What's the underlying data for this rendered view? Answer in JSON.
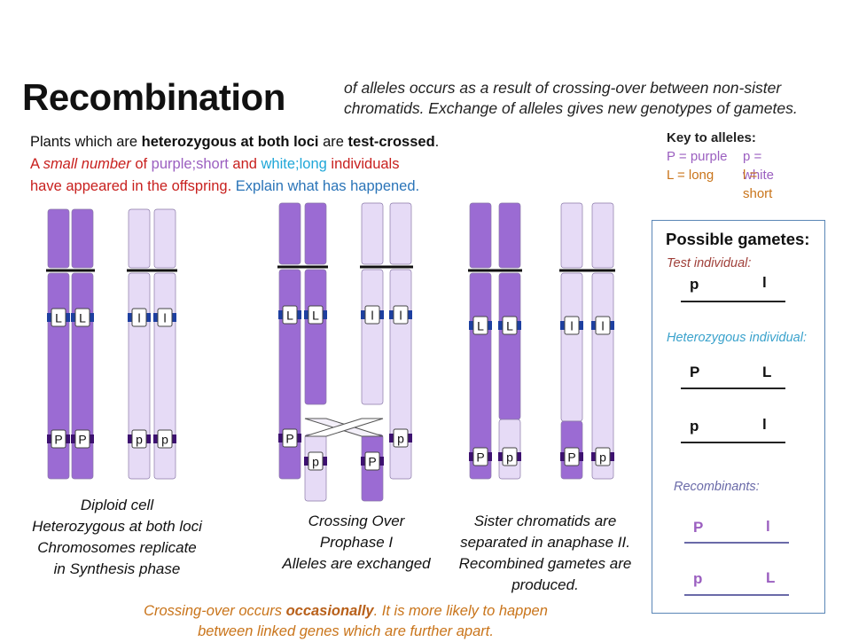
{
  "title": "Recombination",
  "subtitle": "of alleles occurs as a result of crossing-over between non-sister chromatids. Exchange of alleles gives new genotypes of gametes.",
  "intro": {
    "l1a": "Plants which are ",
    "l1b": "heterozygous at both loci",
    "l1c": " are ",
    "l1d": "test-crossed",
    "l1e": ".",
    "l2a": "A ",
    "l2b": "small number",
    "l2c": " of ",
    "l2d": "purple;short",
    "l2e": " and ",
    "l2f": "white;long",
    "l2g": " individuals",
    "l3a": "have appeared in the offspring.",
    "l3b": " Explain what has happened."
  },
  "key": {
    "title": "Key to alleles:",
    "p_upper": "P = purple",
    "p_lower": "p = white",
    "l_upper": "L = long",
    "l_lower": "l  = short"
  },
  "gametes": {
    "title": "Possible gametes:",
    "test_label": "Test individual:",
    "het_label": "Heterozygous individual:",
    "rec_label": "Recombinants:",
    "test": [
      "p",
      "l"
    ],
    "het1": [
      "P",
      "L"
    ],
    "het2": [
      "p",
      "l"
    ],
    "rec1": [
      "P",
      "l"
    ],
    "rec2": [
      "p",
      "L"
    ]
  },
  "captions": {
    "c1": [
      "Diploid cell",
      "Heterozygous at both loci",
      "Chromosomes replicate",
      "in Synthesis phase"
    ],
    "c2": [
      "Crossing Over",
      "Prophase I",
      "Alleles are exchanged"
    ],
    "c3": [
      "Sister chromatids are",
      "separated in anaphase II.",
      "Recombined gametes are",
      "produced."
    ]
  },
  "bottom": {
    "a": "Crossing-over occurs ",
    "b": "occasionally",
    "c": ". It is more likely to happen",
    "d": "between linked genes which are further apart."
  },
  "colors": {
    "dark_purple": "#9b6bd3",
    "light_purple": "#e6dbf6",
    "band_purple": "#3d1170",
    "band_blue": "#1d3fa0",
    "test_color": "#a0403a",
    "het_color": "#3aa2cc",
    "rec_color": "#6a6aa8",
    "rec_allele": "#9b5fc0"
  }
}
